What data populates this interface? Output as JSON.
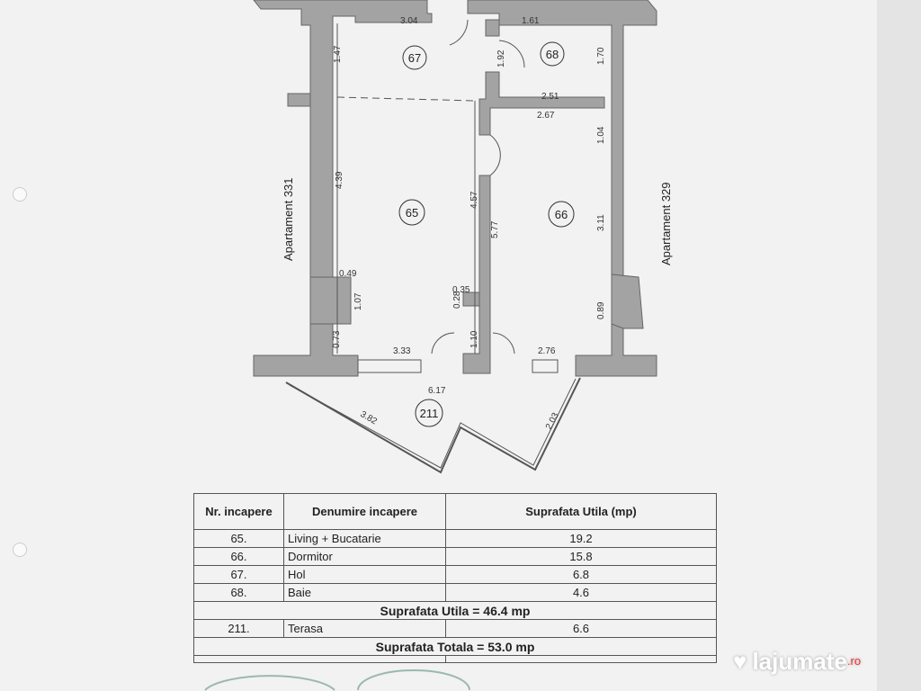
{
  "plan": {
    "rooms": [
      "65",
      "66",
      "67",
      "68",
      "211"
    ],
    "neighbors": {
      "left": "Apartament 331",
      "right": "Apartament 329"
    },
    "dimensions": {
      "d1": "3.04",
      "d2": "1.61",
      "d3": "1.47",
      "d4": "1.92",
      "d5": "1.70",
      "d6": "2.51",
      "d7": "2.67",
      "d8": "1.04",
      "d9": "4.39",
      "d10": "4.57",
      "d11": "5.77",
      "d12": "3.11",
      "d13": "0.49",
      "d14": "1.07",
      "d15": "0.35",
      "d16": "0.28",
      "d17": "0.89",
      "d18": "0.73",
      "d19": "1.10",
      "d20": "3.33",
      "d21": "2.76",
      "d22": "6.17",
      "d23": "3.82",
      "d24": "2.03"
    }
  },
  "table": {
    "headers": [
      "Nr. incapere",
      "Denumire incapere",
      "Suprafata Utila (mp)"
    ],
    "rows": [
      {
        "nr": "65.",
        "name": "Living + Bucatarie",
        "area": "19.2"
      },
      {
        "nr": "66.",
        "name": "Dormitor",
        "area": "15.8"
      },
      {
        "nr": "67.",
        "name": "Hol",
        "area": "6.8"
      },
      {
        "nr": "68.",
        "name": "Baie",
        "area": "4.6"
      }
    ],
    "subtotal": "Suprafata Utila = 46.4 mp",
    "terrace": {
      "nr": "211.",
      "name": "Terasa",
      "area": "6.6"
    },
    "total": "Suprafata Totala = 53.0 mp"
  },
  "watermark": {
    "brand": "lajumate",
    "tld": ".ro"
  }
}
